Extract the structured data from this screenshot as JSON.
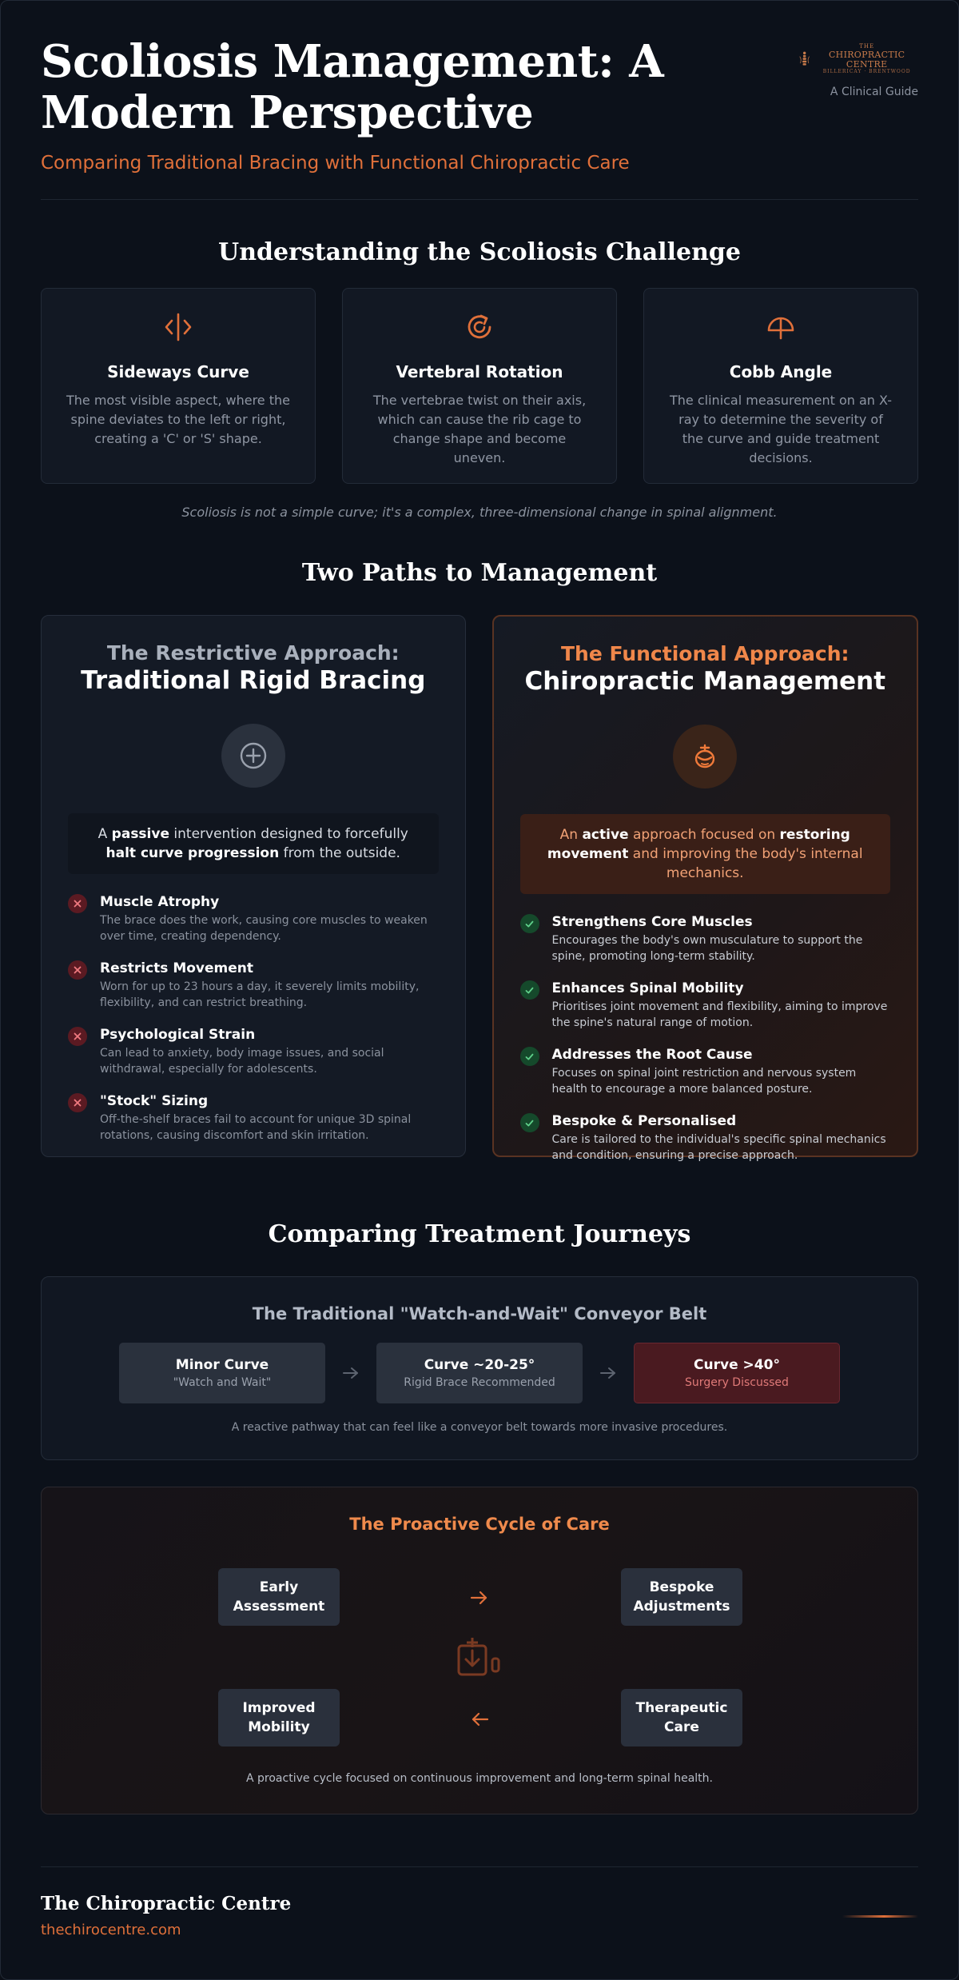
{
  "header": {
    "title_line1": "Scoliosis Management: A",
    "title_line2": "Modern Perspective",
    "subtitle": "Comparing Traditional Bracing with Functional Chiropractic Care",
    "logo_small": "THE",
    "logo_name": "CHIROPRACTIC CENTRE",
    "logo_location": "BILLERICAY · BRENTWOOD",
    "guide_label": "A Clinical Guide"
  },
  "challenge": {
    "title": "Understanding the Scoliosis Challenge",
    "cards": [
      {
        "icon": "sideways-arrows-icon",
        "title": "Sideways Curve",
        "desc": "The most visible aspect, where the spine deviates to the left or right, creating a 'C' or 'S' shape."
      },
      {
        "icon": "rotation-icon",
        "title": "Vertebral Rotation",
        "desc": "The vertebrae twist on their axis, which can cause the rib cage to change shape and become uneven."
      },
      {
        "icon": "angle-icon",
        "title": "Cobb Angle",
        "desc": "The clinical measurement on an X-ray to determine the severity of the curve and guide treatment decisions."
      }
    ],
    "note": "Scoliosis is not a simple curve; it's a complex, three-dimensional change in spinal alignment."
  },
  "paths": {
    "title": "Two Paths to Management",
    "restrictive": {
      "kicker": "The Restrictive Approach:",
      "name": "Traditional Rigid Bracing",
      "icon": "plus-circle-icon",
      "summary_pre": "A ",
      "summary_b1": "passive",
      "summary_mid": " intervention designed to forcefully ",
      "summary_b2": "halt curve progression",
      "summary_post": " from the outside.",
      "points": [
        {
          "title": "Muscle Atrophy",
          "desc": "The brace does the work, causing core muscles to weaken over time, creating dependency."
        },
        {
          "title": "Restricts Movement",
          "desc": "Worn for up to 23 hours a day, it severely limits mobility, flexibility, and can restrict breathing."
        },
        {
          "title": "Psychological Strain",
          "desc": "Can lead to anxiety, body image issues, and social withdrawal, especially for adolescents."
        },
        {
          "title": "\"Stock\" Sizing",
          "desc": "Off-the-shelf braces fail to account for unique 3D spinal rotations, causing discomfort and skin irritation."
        }
      ]
    },
    "functional": {
      "kicker": "The Functional Approach:",
      "name": "Chiropractic Management",
      "icon": "spine-icon",
      "summary_pre": "An ",
      "summary_b1": "active",
      "summary_mid": " approach focused on ",
      "summary_b2": "restoring movement",
      "summary_post": " and improving the body's internal mechanics.",
      "points": [
        {
          "title": "Strengthens Core Muscles",
          "desc": "Encourages the body's own musculature to support the spine, promoting long-term stability."
        },
        {
          "title": "Enhances Spinal Mobility",
          "desc": "Prioritises joint movement and flexibility, aiming to improve the spine's natural range of motion."
        },
        {
          "title": "Addresses the Root Cause",
          "desc": "Focuses on spinal joint restriction and nervous system health to encourage a more balanced posture."
        },
        {
          "title": "Bespoke & Personalised",
          "desc": "Care is tailored to the individual's specific spinal mechanics and condition, ensuring a precise approach."
        }
      ]
    }
  },
  "journeys": {
    "title": "Comparing Treatment Journeys",
    "traditional": {
      "title": "The Traditional \"Watch-and-Wait\" Conveyor Belt",
      "stages": [
        {
          "name": "Minor Curve",
          "sub": "\"Watch and Wait\""
        },
        {
          "name": "Curve ~20-25°",
          "sub": "Rigid Brace Recommended"
        },
        {
          "name": "Curve >40°",
          "sub": "Surgery Discussed"
        }
      ],
      "note": "A reactive pathway that can feel like a conveyor belt towards more invasive procedures."
    },
    "proactive": {
      "title": "The Proactive Cycle of Care",
      "nodes": {
        "early_line1": "Early",
        "early_line2": "Assessment",
        "bespoke_line1": "Bespoke",
        "bespoke_line2": "Adjustments",
        "improved_line1": "Improved",
        "improved_line2": "Mobility",
        "therapeutic_line1": "Therapeutic",
        "therapeutic_line2": "Care"
      },
      "note": "A proactive cycle focused on continuous improvement and long-term spinal health."
    }
  },
  "footer": {
    "name": "The Chiropractic Centre",
    "url": "thechirocentre.com"
  },
  "colors": {
    "accent": "#e0703a",
    "background": "#0c111a",
    "danger": "#5b1a22",
    "success": "#15492b"
  }
}
